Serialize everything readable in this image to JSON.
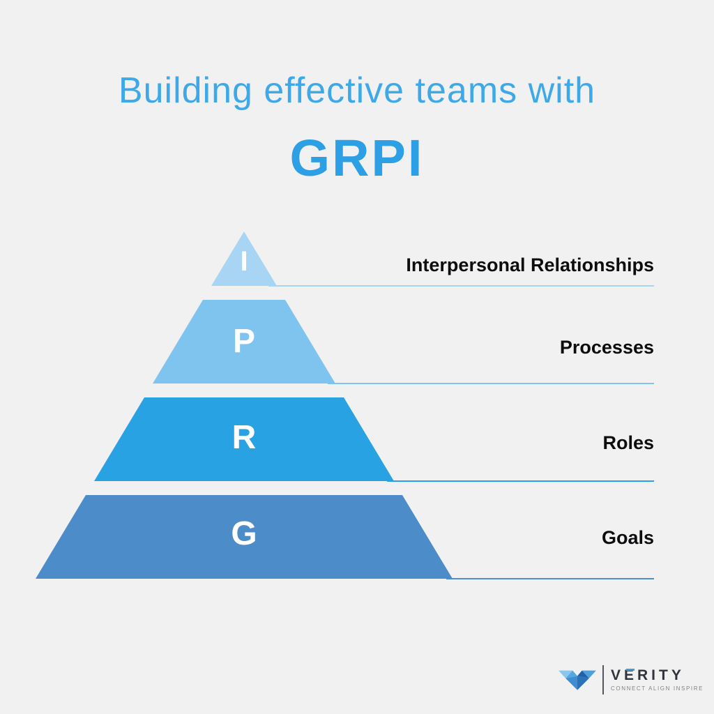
{
  "title": {
    "line1": "Building effective teams with",
    "acronym": "GRPI"
  },
  "pyramid": {
    "tiers": [
      {
        "letter": "I",
        "label": "Interpersonal Relationships",
        "color": "#A7D5F3"
      },
      {
        "letter": "P",
        "label": "Processes",
        "color": "#7FC4EF"
      },
      {
        "letter": "R",
        "label": "Roles",
        "color": "#29A2E3"
      },
      {
        "letter": "G",
        "label": "Goals",
        "color": "#4C8CC9"
      }
    ]
  },
  "logo": {
    "brand": "VERITY",
    "tagline": "CONNECT ALIGN INSPIRE"
  },
  "colors": {
    "background": "#F1F1F2",
    "title_blue": "#3FA9E8",
    "acronym_blue": "#2D9FE4",
    "label_text": "#0D0D0F",
    "brand_text": "#30343A",
    "tagline_text": "#7F8488"
  }
}
